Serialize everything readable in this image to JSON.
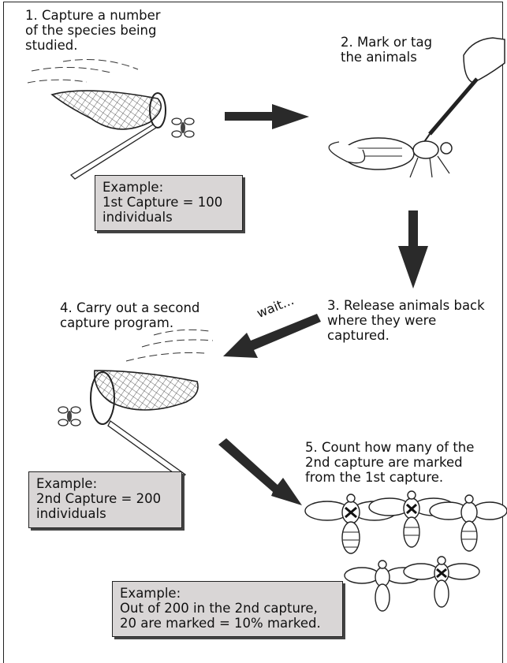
{
  "steps": {
    "step1": "1. Capture a number\nof the species being\nstudied.",
    "step2": "2. Mark or tag\nthe animals",
    "step3": "3. Release animals back\nwhere they were\ncaptured.",
    "step4": "4. Carry out a second\ncapture program.",
    "step5": "5. Count how many of the\n2nd capture are marked\nfrom the 1st capture."
  },
  "examples": {
    "example1": "Example:\n1st Capture = 100\nindividuals",
    "example2": "Example:\n2nd Capture = 200\nindividuals",
    "example3": "Example:\nOut of 200 in the 2nd capture,\n20 are marked = 10% marked."
  },
  "wait_label": "wait...",
  "colors": {
    "box_fill": "#d9d6d6",
    "ink": "#111111",
    "arrow": "#2a2a2a"
  }
}
